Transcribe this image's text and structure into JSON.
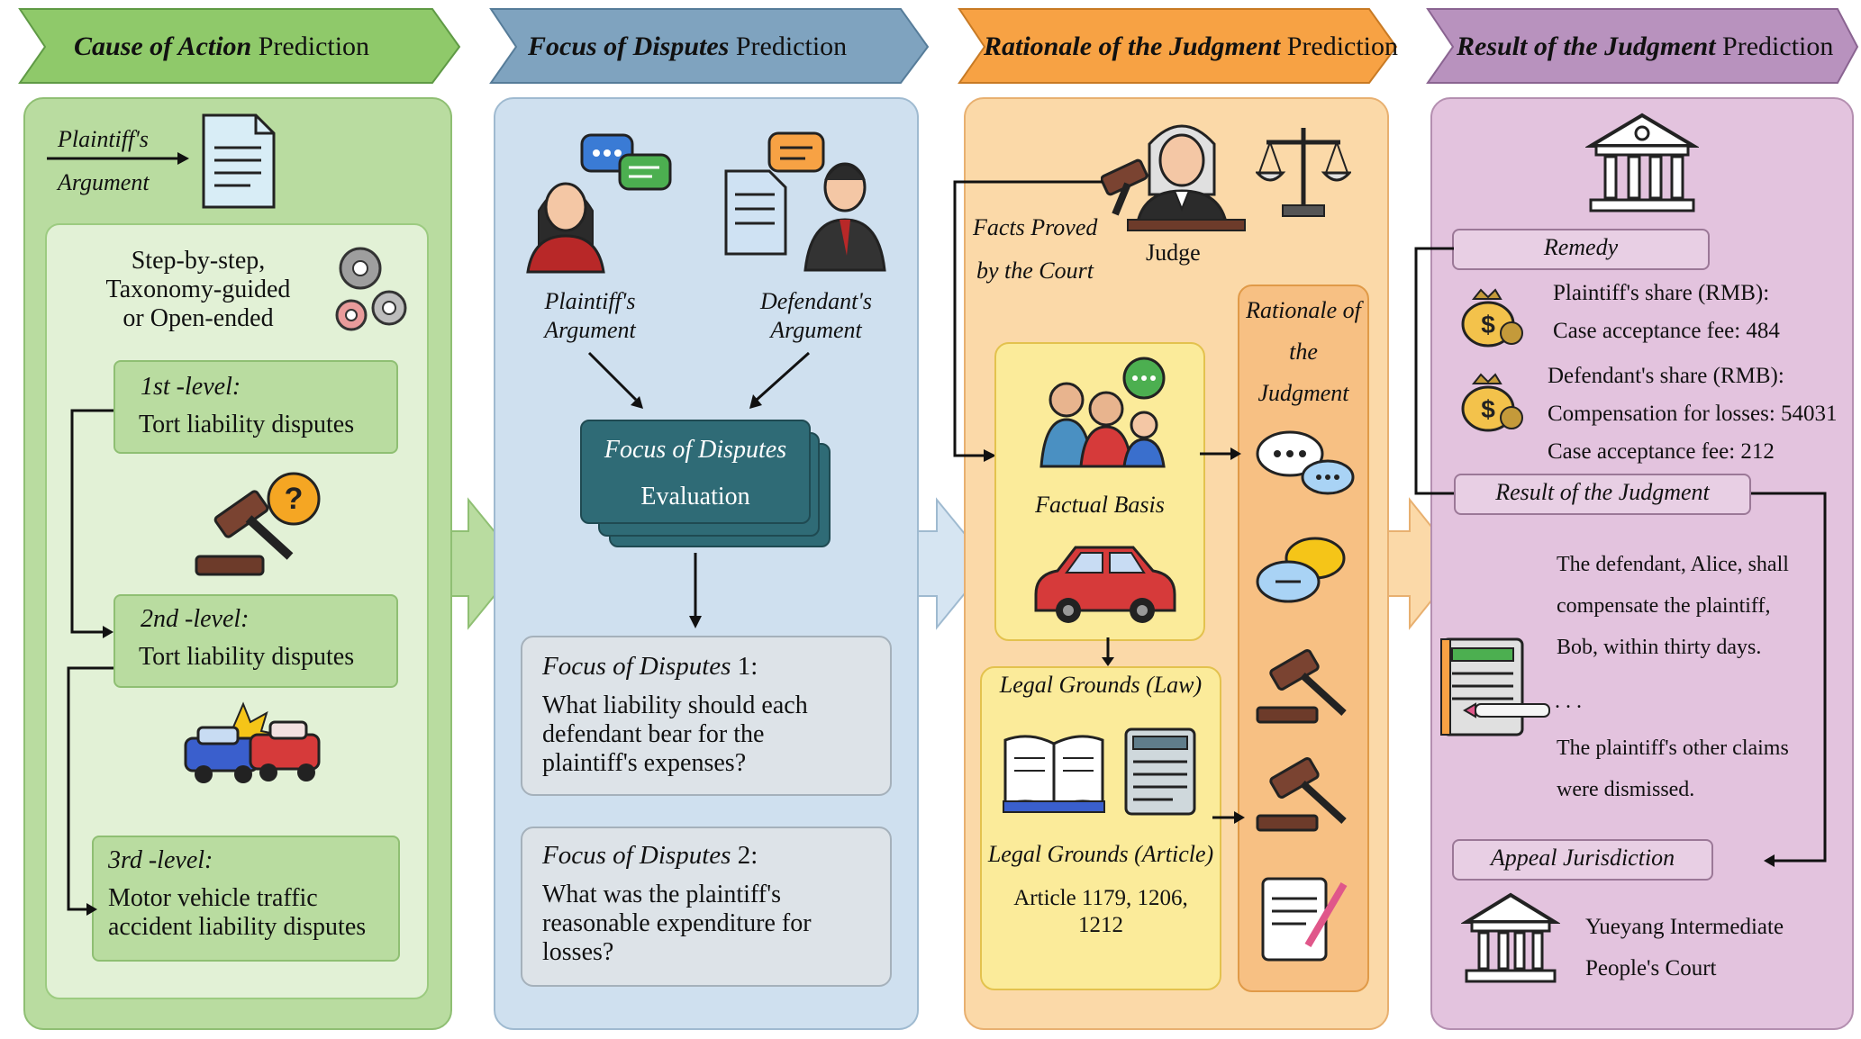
{
  "headers": {
    "cause": {
      "italic": "Cause of Action",
      "rest": " Prediction"
    },
    "focus": {
      "italic": "Focus of Disputes",
      "rest": " Prediction"
    },
    "rationale": {
      "italic": "Rationale of the Judgment",
      "rest": " Prediction"
    },
    "result": {
      "italic": "Result of the Judgment",
      "rest": " Prediction"
    }
  },
  "colors": {
    "green_header": "#8fc96a",
    "green_panel": "#b9dca0",
    "green_inner": "#e2f1d6",
    "blue_header": "#7fa3bf",
    "blue_panel": "#cfe0ef",
    "orange_header": "#f7a244",
    "orange_panel": "#fbd9a8",
    "purple_header": "#b892be",
    "purple_panel": "#e3c3de",
    "teal_box": "#2f6b76"
  },
  "cause": {
    "plaintiff_arg_line1": "Plaintiff's",
    "plaintiff_arg_line2": "Argument",
    "method_line1": "Step-by-step,",
    "method_line2": "Taxonomy-guided",
    "method_line3": "or Open-ended",
    "level1_label": "1st -level:",
    "level1_text": "Tort liability disputes",
    "level2_label": "2nd -level:",
    "level2_text": "Tort liability disputes",
    "level3_label": "3rd  -level:",
    "level3_text_line1": "Motor vehicle traffic",
    "level3_text_line2": "accident liability disputes"
  },
  "focus": {
    "plaintiff_line1": "Plaintiff's",
    "plaintiff_line2": "Argument",
    "defendant_line1": "Defendant's",
    "defendant_line2": "Argument",
    "eval_line1": "Focus of Disputes",
    "eval_line2": "Evaluation",
    "q1_label": "Focus of Disputes",
    "q1_num": " 1:",
    "q1_line1": "What liability should each",
    "q1_line2": "defendant bear for the",
    "q1_line3": "plaintiff's expenses?",
    "q2_label": "Focus of Disputes",
    "q2_num": " 2:",
    "q2_line1": "What was the plaintiff's",
    "q2_line2": "reasonable expenditure for",
    "q2_line3": "losses?"
  },
  "rationale": {
    "facts_line1": "Facts Proved",
    "facts_line2": "by the Court",
    "judge": "Judge",
    "rat_line1": "Rationale of",
    "rat_line2": "the",
    "rat_line3": "Judgment",
    "factual_basis": "Factual Basis",
    "legal_law": "Legal Grounds (Law)",
    "legal_article": "Legal Grounds (Article)",
    "articles_line1": "Article 1179, 1206,",
    "articles_line2": "1212"
  },
  "result": {
    "remedy": "Remedy",
    "plaintiff_share": "Plaintiff's share (RMB):",
    "plaintiff_fee": "Case acceptance fee: 484",
    "defendant_share": "Defendant's share (RMB):",
    "defendant_comp": "Compensation for losses: 54031",
    "defendant_fee": "Case acceptance fee: 212",
    "result_label": "Result of the Judgment",
    "r_line1": "The defendant, Alice, shall",
    "r_line2": "compensate the plaintiff,",
    "r_line3": "Bob, within thirty days.",
    "ellipsis": ". . .",
    "r_line4": "The plaintiff's other claims",
    "r_line5": "were dismissed.",
    "appeal": "Appeal Jurisdiction",
    "court_line1": "Yueyang Intermediate",
    "court_line2": "People's Court"
  }
}
